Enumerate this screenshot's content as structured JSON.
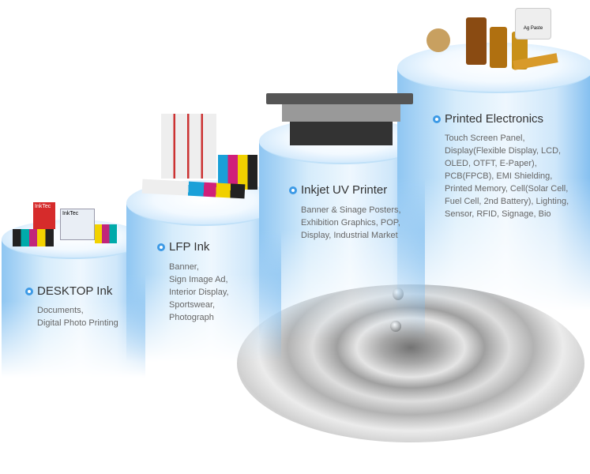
{
  "steps": [
    {
      "title": "DESKTOP Ink",
      "lines": [
        "Documents,",
        "Digital Photo Printing"
      ]
    },
    {
      "title": "LFP Ink",
      "lines": [
        "Banner,",
        "Sign Image Ad,",
        "Interior Display,",
        "Sportswear,",
        "Photograph"
      ]
    },
    {
      "title": "Inkjet UV Printer",
      "lines": [
        "Banner & Sinage Posters,",
        "Exhibition Graphics, POP,",
        "Display, Industrial Market"
      ]
    },
    {
      "title": "Printed Electronics",
      "lines": [
        "Touch Screen Panel,",
        "Display(Flexible Display, LCD,",
        "OLED, OTFT, E-Paper),",
        "PCB(FPCB), EMI Shielding,",
        "Printed Memory, Cell(Solar Cell,",
        "Fuel Cell, 2nd Battery), Lighting,",
        "Sensor, RFID, Signage, Bio"
      ]
    }
  ],
  "product_labels": {
    "brand": "InkTec",
    "paste": "Ag Paste"
  },
  "colors": {
    "accent": "#3d9ae6",
    "cylinder": "#9ccff5"
  }
}
